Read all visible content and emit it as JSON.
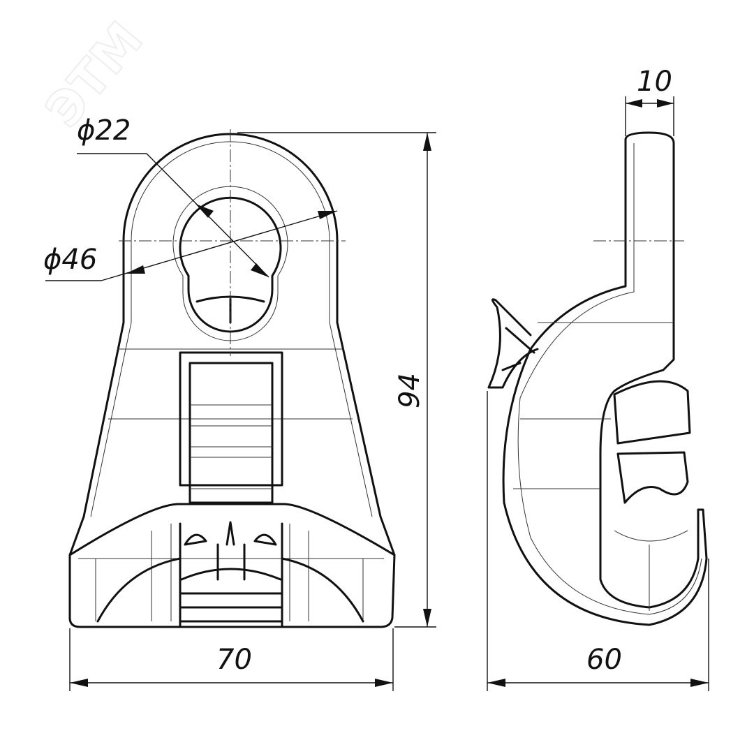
{
  "watermark": "ЭТМ",
  "dimensions": {
    "hole_inner_diameter": "ϕ22",
    "eye_outer_diameter": "ϕ46",
    "height": "94",
    "width": "70",
    "depth": "60",
    "hook_thickness": "10"
  }
}
